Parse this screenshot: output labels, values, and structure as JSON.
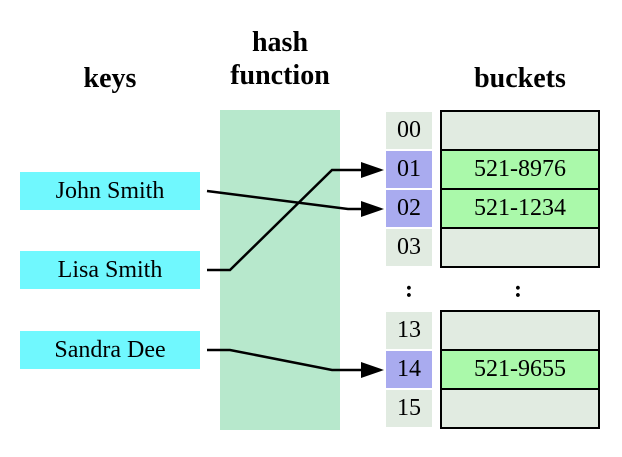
{
  "diagram": {
    "keys_label": "keys",
    "hash_function_label_line1": "hash",
    "hash_function_label_line2": "function",
    "buckets_label": "buckets",
    "keys": [
      {
        "name": "John Smith",
        "target_index": "02"
      },
      {
        "name": "Lisa Smith",
        "target_index": "01"
      },
      {
        "name": "Sandra Dee",
        "target_index": "14"
      }
    ],
    "index_ellipsis": ":",
    "bucket_ellipsis": ":",
    "bucket_groups": [
      {
        "rows": [
          {
            "index": "00",
            "value": "",
            "highlighted": false
          },
          {
            "index": "01",
            "value": "521-8976",
            "highlighted": true
          },
          {
            "index": "02",
            "value": "521-1234",
            "highlighted": true
          },
          {
            "index": "03",
            "value": "",
            "highlighted": false
          }
        ]
      },
      {
        "rows": [
          {
            "index": "13",
            "value": "",
            "highlighted": false
          },
          {
            "index": "14",
            "value": "521-9655",
            "highlighted": true
          },
          {
            "index": "15",
            "value": "",
            "highlighted": false
          }
        ]
      }
    ],
    "colors": {
      "key_fill": "#70f8fe",
      "hash_rect_fill": "#b7e8cc",
      "index_idle_fill": "#e1ebe1",
      "index_highlight_fill": "#a9abef",
      "bucket_empty_fill": "#e1ebe1",
      "bucket_filled_fill": "#aaf9aa",
      "border_color": "#000000",
      "arrow_color": "#000000",
      "text_color": "#000000",
      "background": "#ffffff"
    }
  }
}
